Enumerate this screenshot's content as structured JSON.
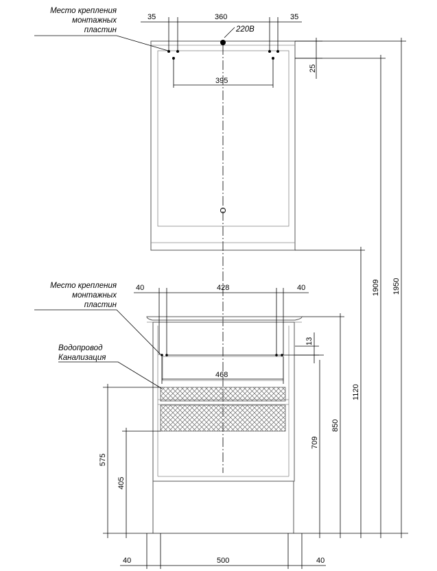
{
  "labels": {
    "mount_top": [
      "Место крепления",
      "монтажных",
      "пластин"
    ],
    "mount_bottom": [
      "Место крепления",
      "монтажных",
      "пластин"
    ],
    "plumbing": [
      "Водопровод",
      "Канализация"
    ],
    "power": "220В"
  },
  "dims": {
    "top_left": "35",
    "top_mid": "360",
    "top_right": "35",
    "top_inner": "395",
    "top_offset": "25",
    "mid_left": "40",
    "mid_mid": "428",
    "mid_right": "40",
    "mid_offset": "13",
    "mid_inner": "468",
    "bot_left": "40",
    "bot_mid": "500",
    "bot_right": "40",
    "h_575": "575",
    "h_405": "405",
    "h_709": "709",
    "h_850": "850",
    "h_1120": "1120",
    "h_1909": "1909",
    "h_1950": "1950"
  },
  "colors": {
    "line": "#000000",
    "object": "#555555",
    "hatch": "#666666"
  }
}
